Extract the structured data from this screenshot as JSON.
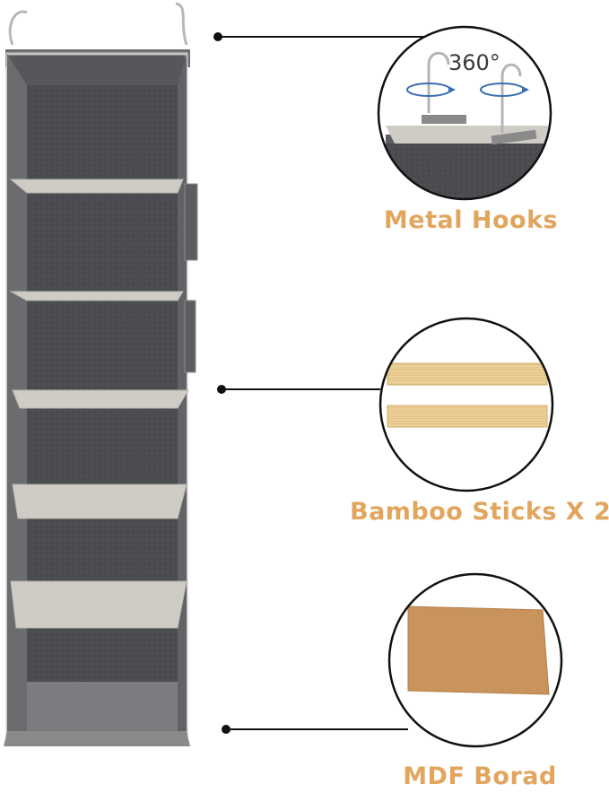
{
  "product": {
    "name": "hanging-closet-organizer",
    "shelf_count": 6
  },
  "callouts": [
    {
      "id": "hooks",
      "caption": "Metal Hooks",
      "detail_label": "360°"
    },
    {
      "id": "bamboo",
      "caption": "Bamboo Sticks X 2"
    },
    {
      "id": "mdf",
      "caption": "MDF Borad"
    }
  ],
  "colors": {
    "caption": "#e2a55d",
    "fabric_dark": "#4a4c50",
    "fabric_trim": "#c9c6c1",
    "bamboo": "#e8c98f",
    "mdf": "#c9945b",
    "rotation_arrow": "#3b6fb1",
    "leader_line": "#111111"
  }
}
